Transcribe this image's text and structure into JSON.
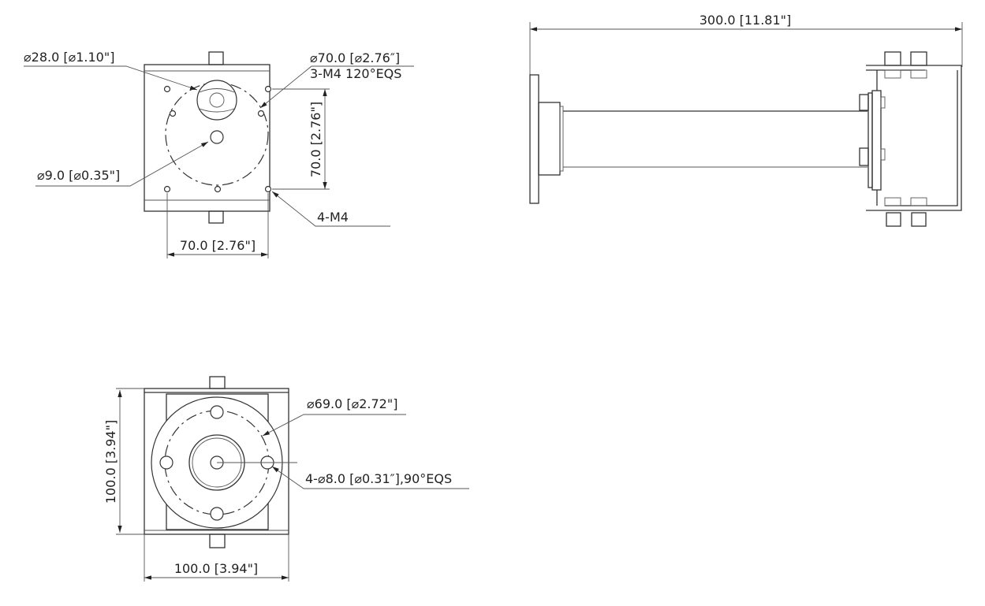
{
  "top_view": {
    "label_hole_28": "⌀28.0 [⌀1.10\"]",
    "label_circle_70": "⌀70.0 [⌀2.76″]",
    "label_3m4": "3-M4  120°EQS",
    "label_hole_9": "⌀9.0 [⌀0.35\"]",
    "label_vertical_dim": "70.0 [2.76\"]",
    "label_4m4": "4-M4",
    "label_horizontal_dim": "70.0 [2.76\"]"
  },
  "side_view": {
    "label_length": "300.0 [11.81\"]"
  },
  "bottom_view": {
    "label_circle_69": "⌀69.0 [⌀2.72\"]",
    "label_4holes": "4-⌀8.0 [⌀0.31″],90°EQS",
    "label_height": "100.0 [3.94\"]",
    "label_width": "100.0 [3.94\"]"
  }
}
